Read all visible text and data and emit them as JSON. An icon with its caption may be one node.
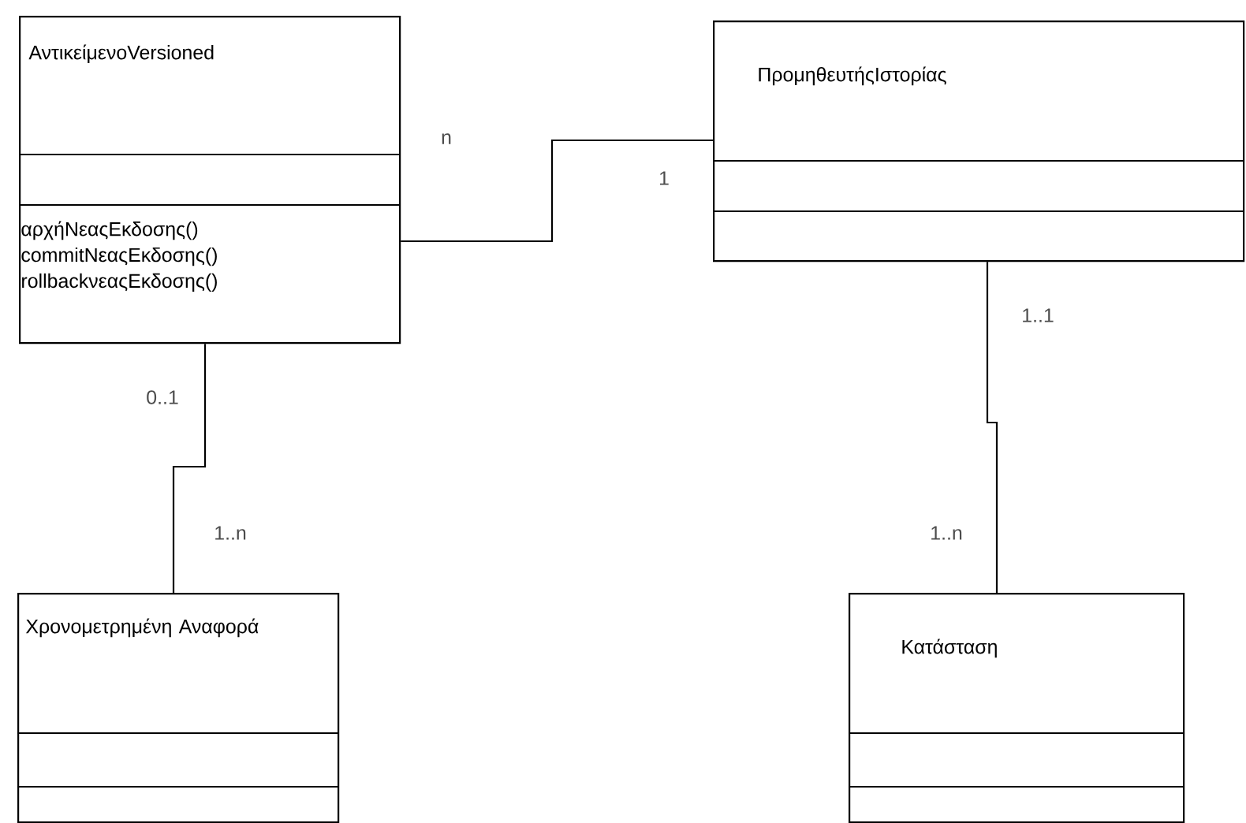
{
  "diagram": {
    "nodes": [
      {
        "text": [
          "ΑντικείμενοVersioned",
          "αρχήΝεαςΕκδοσης() commitΝεαςΕκδοσης() rollbackνεαςΕκδοσης()"
        ]
      },
      {
        "text": [
          "ΠρομηθευτήςΙστορίας"
        ]
      },
      {
        "text": [
          "Χρονομετρημένη Αναφορά"
        ]
      },
      {
        "text": [
          "Κατάσταση"
        ]
      }
    ],
    "edges": [
      {
        "from": 0,
        "to": 1,
        "arrow": "none"
      },
      {
        "from": 0,
        "to": 2,
        "arrow": "none"
      },
      {
        "from": 1,
        "to": 3,
        "arrow": "none"
      }
    ],
    "labels": [
      "n",
      "1",
      "1..1",
      "0..1",
      "1..n",
      "1..n"
    ]
  }
}
